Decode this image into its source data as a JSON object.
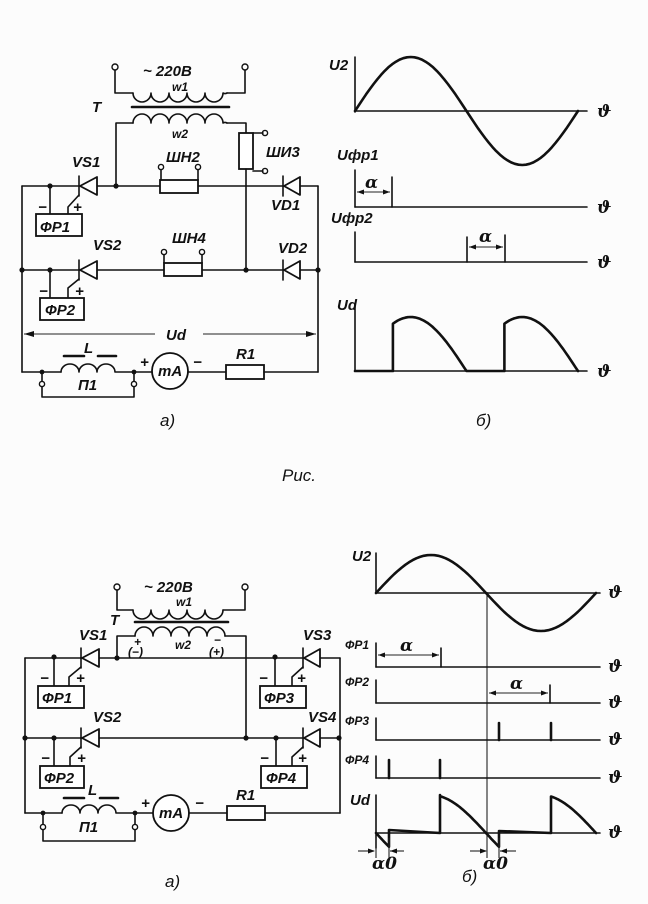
{
  "figure_caption": "Рис.",
  "figure1": {
    "schematic": {
      "subcaption": "а)",
      "supply_label": "~ 220В",
      "transformer_label": "T",
      "primary_winding": "w1",
      "secondary_winding": "w2",
      "shunts": [
        "ШН2",
        "ШИ3",
        "ШН4"
      ],
      "thyristors": [
        "VS1",
        "VS2"
      ],
      "diodes": [
        "VD1",
        "VD2"
      ],
      "phase_shifters": [
        "ФР1",
        "ФР2"
      ],
      "plus": "+",
      "minus": "−",
      "output_voltage": "Ud",
      "inductor": "L",
      "switch": "П1",
      "ammeter": "mA",
      "resistor": "R1"
    },
    "waveforms": {
      "subcaption": "б)",
      "axis_symbol": "ϑ",
      "alpha": "α",
      "plots": [
        {
          "ylabel": "U2",
          "shape": "sine",
          "periods": 1
        },
        {
          "ylabel": "Uфр1",
          "pulse_at_fraction_of_period": 0.17
        },
        {
          "ylabel": "Uфр2",
          "pulse_at_fraction_of_period": 0.67
        },
        {
          "ylabel": "Ud",
          "shape": "half-controlled rectified",
          "firing_angle_fraction": 0.17
        }
      ]
    }
  },
  "figure2": {
    "schematic": {
      "subcaption": "а)",
      "supply_label": "~ 220В",
      "transformer_label": "T",
      "primary_winding": "w1",
      "secondary_winding": "w2",
      "polarity_left": "+",
      "polarity_left_alt": "(−)",
      "polarity_right": "−",
      "polarity_right_alt": "(+)",
      "thyristors": [
        "VS1",
        "VS2",
        "VS3",
        "VS4"
      ],
      "phase_shifters": [
        "ФР1",
        "ФР2",
        "ФР3",
        "ФР4"
      ],
      "plus": "+",
      "minus": "−",
      "inductor": "L",
      "switch": "П1",
      "ammeter": "mA",
      "resistor": "R1"
    },
    "waveforms": {
      "subcaption": "б)",
      "axis_symbol": "ϑ",
      "alpha": "α",
      "alpha0": "α0",
      "plots": [
        {
          "ylabel": "U2",
          "shape": "sine",
          "periods": 1
        },
        {
          "ylabel": "ФР1",
          "pulse_at_fraction_of_period": 0.3
        },
        {
          "ylabel": "ФР2",
          "pulse_at_fraction_of_period": 0.79
        },
        {
          "ylabel": "ФР3",
          "pulses_at_fraction_of_period": [
            0.56,
            0.79
          ]
        },
        {
          "ylabel": "ФР4",
          "pulses_at_fraction_of_period": [
            0.06,
            0.3
          ]
        },
        {
          "ylabel": "Ud",
          "shape": "fully-controlled rectified with inductive load",
          "firing_angle_fraction": 0.3
        }
      ]
    }
  }
}
